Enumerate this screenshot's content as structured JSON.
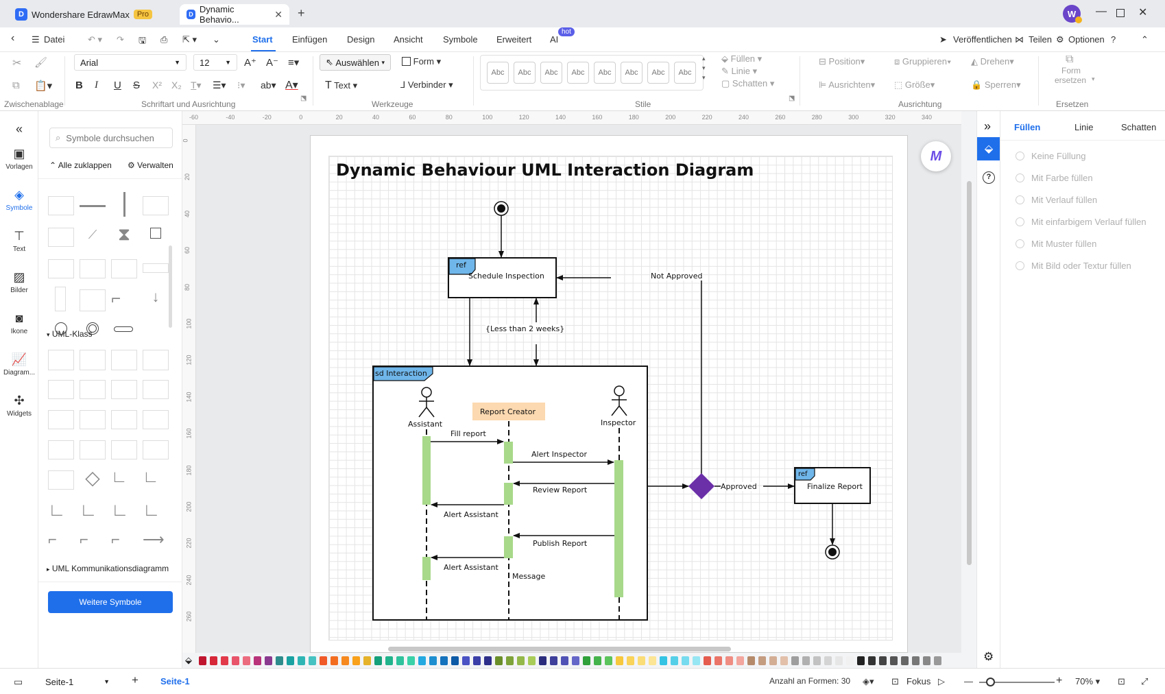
{
  "titlebar": {
    "app_name": "Wondershare EdrawMax",
    "pro_badge": "Pro",
    "doc_tab": "Dynamic Behavio...",
    "avatar_letter": "W"
  },
  "menu": {
    "file": "Datei",
    "items": [
      "Start",
      "Einfügen",
      "Design",
      "Ansicht",
      "Symbole",
      "Erweitert",
      "AI"
    ],
    "ai_badge": "hot",
    "publish": "Veröffentlichen",
    "share": "Teilen",
    "options": "Optionen"
  },
  "ribbon": {
    "font_name": "Arial",
    "font_size": "12",
    "select": "Auswählen",
    "form": "Form",
    "text": "Text",
    "connector": "Verbinder",
    "style_sample": "Abc",
    "fill": "Füllen",
    "line": "Linie",
    "shadow": "Schatten",
    "position": "Position",
    "align": "Ausrichten",
    "group": "Gruppieren",
    "size": "Größe",
    "rotate": "Drehen",
    "lock": "Sperren",
    "replace_form_1": "Form",
    "replace_form_2": "ersetzen",
    "groups": {
      "clipboard": "Zwischenablage",
      "font": "Schriftart und Ausrichtung",
      "tools": "Werkzeuge",
      "styles": "Stile",
      "arrange": "Ausrichtung",
      "replace": "Ersetzen"
    }
  },
  "leftnav": {
    "items": [
      "Vorlagen",
      "Symbole",
      "Text",
      "Bilder",
      "Ikone",
      "Diagram...",
      "Widgets"
    ]
  },
  "sympanel": {
    "search_placeholder": "Symbole durchsuchen",
    "collapse_all": "Alle zuklappen",
    "manage": "Verwalten",
    "section_class": "UML-Klass",
    "section_comm": "UML Kommunikationsdiagramm",
    "more_button": "Weitere Symbole"
  },
  "ruler": {
    "h": [
      "-60",
      "-40",
      "-20",
      "0",
      "20",
      "40",
      "60",
      "80",
      "100",
      "120",
      "140",
      "160",
      "180",
      "200",
      "220",
      "240",
      "260",
      "280",
      "300",
      "320",
      "340"
    ],
    "v": [
      "0",
      "20",
      "40",
      "60",
      "80",
      "100",
      "120",
      "140",
      "160",
      "180",
      "200",
      "220",
      "240",
      "260"
    ]
  },
  "diagram": {
    "title": "Dynamic Behaviour UML Interaction Diagram",
    "ref1_tag": "ref",
    "ref1_label": "Schedule Inspection",
    "not_approved": "Not Approved",
    "constraint": "{Less than 2 weeks}",
    "frame_tag": "sd Interaction",
    "assistant": "Assistant",
    "report_creator": "Report Creator",
    "inspector": "Inspector",
    "msg_fill": "Fill report",
    "msg_alert_inspector": "Alert Inspector",
    "msg_review": "Review Report",
    "msg_alert_assistant_1": "Alert Assistant",
    "msg_publish": "Publish Report",
    "msg_alert_assistant_2": "Alert Assistant",
    "msg_message": "Message",
    "approved": "Approved",
    "ref2_tag": "ref",
    "ref2_label": "Finalize Report"
  },
  "rightpanel": {
    "tabs": [
      "Füllen",
      "Linie",
      "Schatten"
    ],
    "fill_options": [
      "Keine Füllung",
      "Mit Farbe füllen",
      "Mit Verlauf füllen",
      "Mit einfarbigem Verlauf füllen",
      "Mit Muster füllen",
      "Mit Bild oder Textur füllen"
    ]
  },
  "statusbar": {
    "page_select": "Seite-1",
    "page_tab": "Seite-1",
    "shape_count": "Anzahl an Formen: 30",
    "focus": "Fokus",
    "zoom": "70%"
  },
  "colors": {
    "accent": "#1f6feb",
    "activation": "#a8d98a",
    "ref_tag": "#6fb6ea",
    "report_creator_bg": "#fcd9b0",
    "decision": "#6b2fa8"
  },
  "palette": [
    "#c0152f",
    "#d62838",
    "#e23a4b",
    "#e8546a",
    "#ec6c7f",
    "#b8337a",
    "#8a3b8f",
    "#2e8c8c",
    "#1aa2a2",
    "#30b5b5",
    "#47c2c2",
    "#f05a28",
    "#f36d21",
    "#f6891f",
    "#f9a11b",
    "#e5b22a",
    "#14a07a",
    "#21b38c",
    "#2fc29c",
    "#3ad1a8",
    "#24a9e1",
    "#1d8fd0",
    "#1572bd",
    "#0d5aa7",
    "#4a52c4",
    "#3b3fa8",
    "#2e2f8a",
    "#6a8f2a",
    "#7ea33a",
    "#94b84a",
    "#a9cc59",
    "#2b2d7c",
    "#3d3f9a",
    "#5052b5",
    "#6466c8",
    "#2fa03a",
    "#45b34b",
    "#5cc45c",
    "#f7c83d",
    "#f9d35a",
    "#fbdd77",
    "#fce594",
    "#34c3e3",
    "#55cfe8",
    "#76dbee",
    "#97e6f3",
    "#e55b4d",
    "#ea7468",
    "#ef8d83",
    "#f3a69e",
    "#b58a6b",
    "#c49c80",
    "#d3ae95",
    "#e2c0aa",
    "#9e9e9e",
    "#b0b0b0",
    "#c2c2c2",
    "#d4d4d4",
    "#e6e6e6",
    "#f1f1f1",
    "#222222",
    "#333333",
    "#444444",
    "#555555",
    "#666666",
    "#777777",
    "#888888",
    "#999999"
  ]
}
